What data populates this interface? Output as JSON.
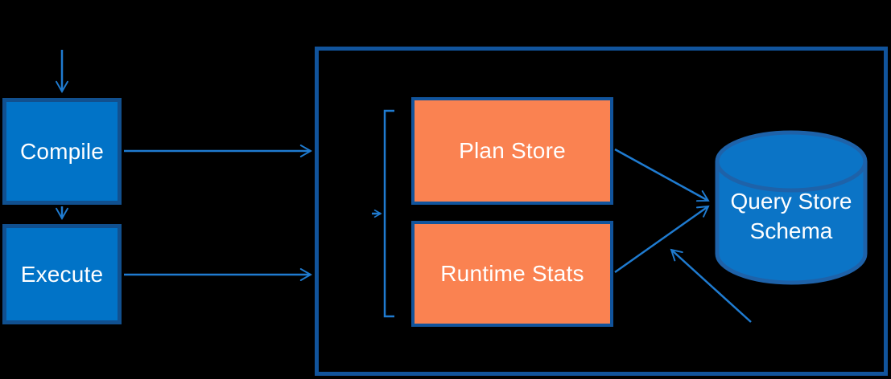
{
  "diagram": {
    "background_color": "#000000",
    "colors": {
      "process_box_fill": "#0173C7",
      "process_box_border": "#11508F",
      "store_box_fill": "#FA8251",
      "store_box_border": "#11549C",
      "container_border": "#11549C",
      "cylinder_fill": "#0B74C6",
      "cylinder_border": "#1E62A9",
      "arrow_color": "#1F7BD0",
      "label_text": "#FFFFFF"
    },
    "nodes": {
      "compile": {
        "label": "Compile"
      },
      "execute": {
        "label": "Execute"
      },
      "plan_store": {
        "label": "Plan Store"
      },
      "runtime_stats": {
        "label": "Runtime Stats"
      },
      "query_store_schema": {
        "label_line1": "Query Store",
        "label_line2": "Schema"
      }
    },
    "edges": [
      {
        "from": "offscreen-top",
        "to": "compile",
        "style": "arrow"
      },
      {
        "from": "compile",
        "to": "execute",
        "style": "arrow"
      },
      {
        "from": "compile",
        "to": "container",
        "style": "arrow"
      },
      {
        "from": "execute",
        "to": "container",
        "style": "arrow"
      },
      {
        "from": "plan_store",
        "to": "query_store_schema",
        "style": "arrow"
      },
      {
        "from": "runtime_stats",
        "to": "query_store_schema",
        "style": "arrow"
      },
      {
        "from": "offscreen-bottom-right",
        "to": "query_store_schema",
        "style": "arrow"
      },
      {
        "from": "offscreen-left",
        "to": "bracket-middle",
        "style": "arrow"
      }
    ]
  }
}
